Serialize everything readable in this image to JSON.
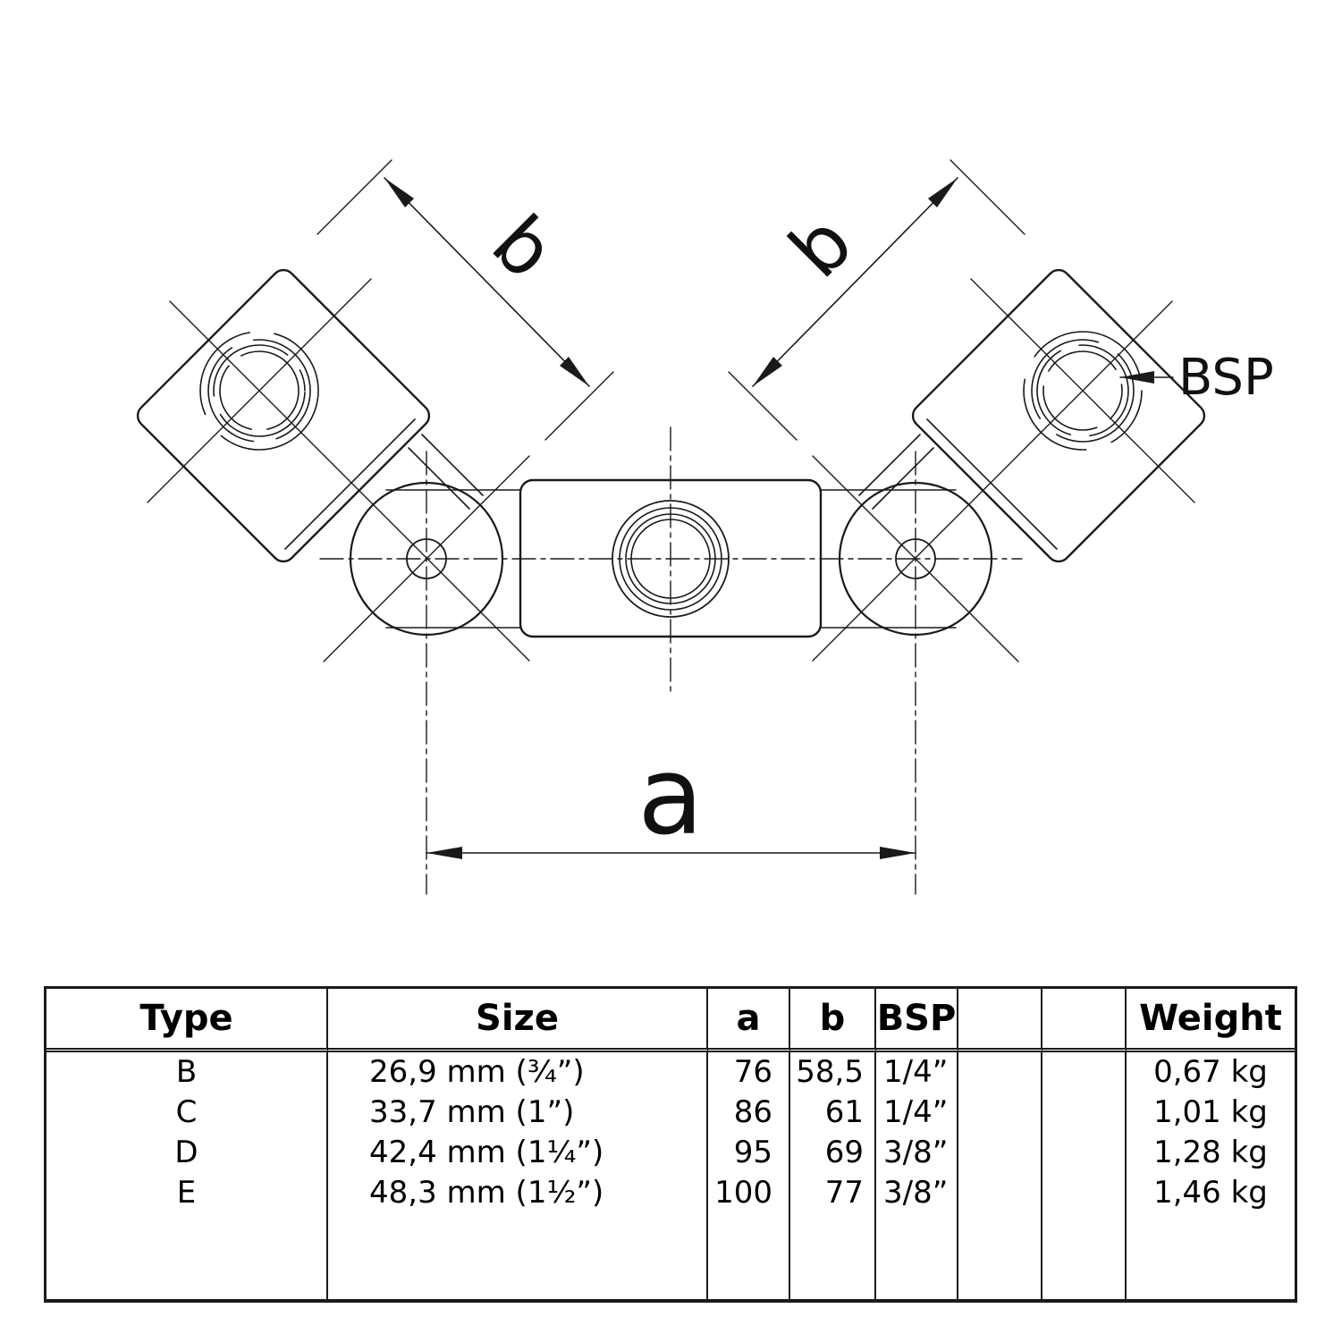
{
  "drawing": {
    "dim_a_label": "a",
    "dim_b_left_label": "b",
    "dim_b_right_label": "b",
    "bsp_label": "BSP"
  },
  "table": {
    "headers": {
      "type": "Type",
      "size": "Size",
      "a": "a",
      "b": "b",
      "bsp": "BSP",
      "empty1": "",
      "empty2": "",
      "weight": "Weight"
    },
    "rows": [
      {
        "type": "B",
        "size": "26,9 mm (¾”)",
        "a": "76",
        "b": "58,5",
        "bsp": "1/4”",
        "c1": "",
        "c2": "",
        "weight": "0,67 kg"
      },
      {
        "type": "C",
        "size": "33,7 mm (1”)",
        "a": "86",
        "b": "61",
        "bsp": "1/4”",
        "c1": "",
        "c2": "",
        "weight": "1,01 kg"
      },
      {
        "type": "D",
        "size": "42,4 mm (1¼”)",
        "a": "95",
        "b": "69",
        "bsp": "3/8”",
        "c1": "",
        "c2": "",
        "weight": "1,28 kg"
      },
      {
        "type": "E",
        "size": "48,3 mm (1½”)",
        "a": "100",
        "b": "77",
        "bsp": "3/8”",
        "c1": "",
        "c2": "",
        "weight": "1,46 kg"
      }
    ]
  }
}
